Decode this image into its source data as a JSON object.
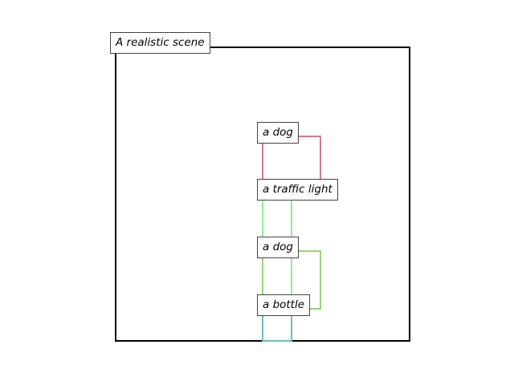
{
  "scene": {
    "caption": "A realistic scene"
  },
  "objects": [
    {
      "label": "a dog",
      "box_color": "#d07a8c"
    },
    {
      "label": "a traffic light",
      "box_color": "#8ef08e"
    },
    {
      "label": "a dog",
      "box_color": "#98d27a"
    },
    {
      "label": "a bottle",
      "box_color": "#6cbdbd"
    }
  ]
}
